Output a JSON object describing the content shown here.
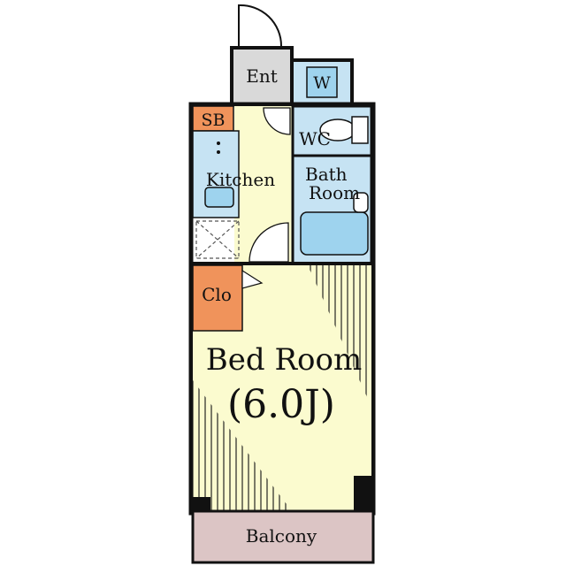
{
  "rooms": {
    "entrance": "Ent",
    "washer": "W",
    "shoe_box": "SB",
    "toilet": "WC",
    "kitchen": "Kitchen",
    "bath_line1": "Bath",
    "bath_line2": "Room",
    "closet": "Clo",
    "bedroom_name": "Bed Room",
    "bedroom_size": "(6.0J)",
    "balcony": "Balcony"
  },
  "colors": {
    "wall": "#111111",
    "floor_yellow": "#fbfbcf",
    "wet_area_blue": "#c6e3f3",
    "fixture_blue": "#9ed3ee",
    "storage_orange": "#f0935b",
    "entrance_gray": "#d9d9d9",
    "balcony_mauve": "#dcc5c5"
  }
}
